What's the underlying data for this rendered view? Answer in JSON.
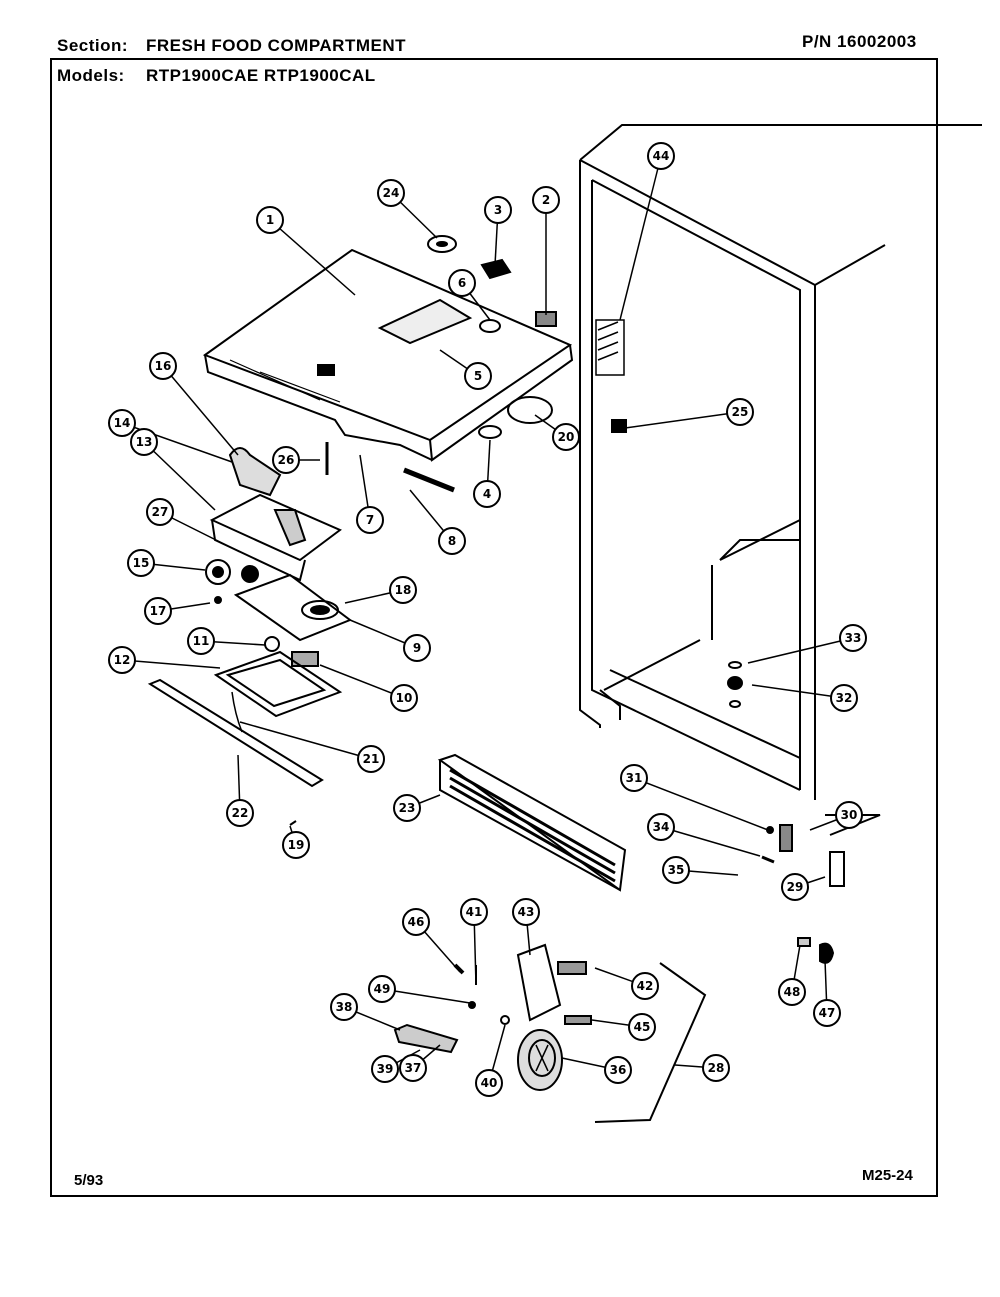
{
  "header": {
    "section_label": "Section:",
    "section_value": "FRESH FOOD COMPARTMENT",
    "part_number": "P/N  16002003",
    "models_label": "Models:",
    "models_value": "RTP1900CAE RTP1900CAL"
  },
  "footer": {
    "date": "5/93",
    "code": "M25-24"
  },
  "callouts": [
    {
      "n": "1"
    },
    {
      "n": "2"
    },
    {
      "n": "3"
    },
    {
      "n": "4"
    },
    {
      "n": "5"
    },
    {
      "n": "6"
    },
    {
      "n": "7"
    },
    {
      "n": "8"
    },
    {
      "n": "9"
    },
    {
      "n": "10"
    },
    {
      "n": "11"
    },
    {
      "n": "12"
    },
    {
      "n": "13"
    },
    {
      "n": "14"
    },
    {
      "n": "15"
    },
    {
      "n": "16"
    },
    {
      "n": "17"
    },
    {
      "n": "18"
    },
    {
      "n": "19"
    },
    {
      "n": "20"
    },
    {
      "n": "21"
    },
    {
      "n": "22"
    },
    {
      "n": "23"
    },
    {
      "n": "24"
    },
    {
      "n": "25"
    },
    {
      "n": "26"
    },
    {
      "n": "27"
    },
    {
      "n": "28"
    },
    {
      "n": "29"
    },
    {
      "n": "30"
    },
    {
      "n": "31"
    },
    {
      "n": "32"
    },
    {
      "n": "33"
    },
    {
      "n": "34"
    },
    {
      "n": "35"
    },
    {
      "n": "36"
    },
    {
      "n": "37"
    },
    {
      "n": "38"
    },
    {
      "n": "39"
    },
    {
      "n": "40"
    },
    {
      "n": "41"
    },
    {
      "n": "42"
    },
    {
      "n": "43"
    },
    {
      "n": "44"
    },
    {
      "n": "45"
    },
    {
      "n": "46"
    },
    {
      "n": "47"
    },
    {
      "n": "48"
    },
    {
      "n": "49"
    }
  ]
}
